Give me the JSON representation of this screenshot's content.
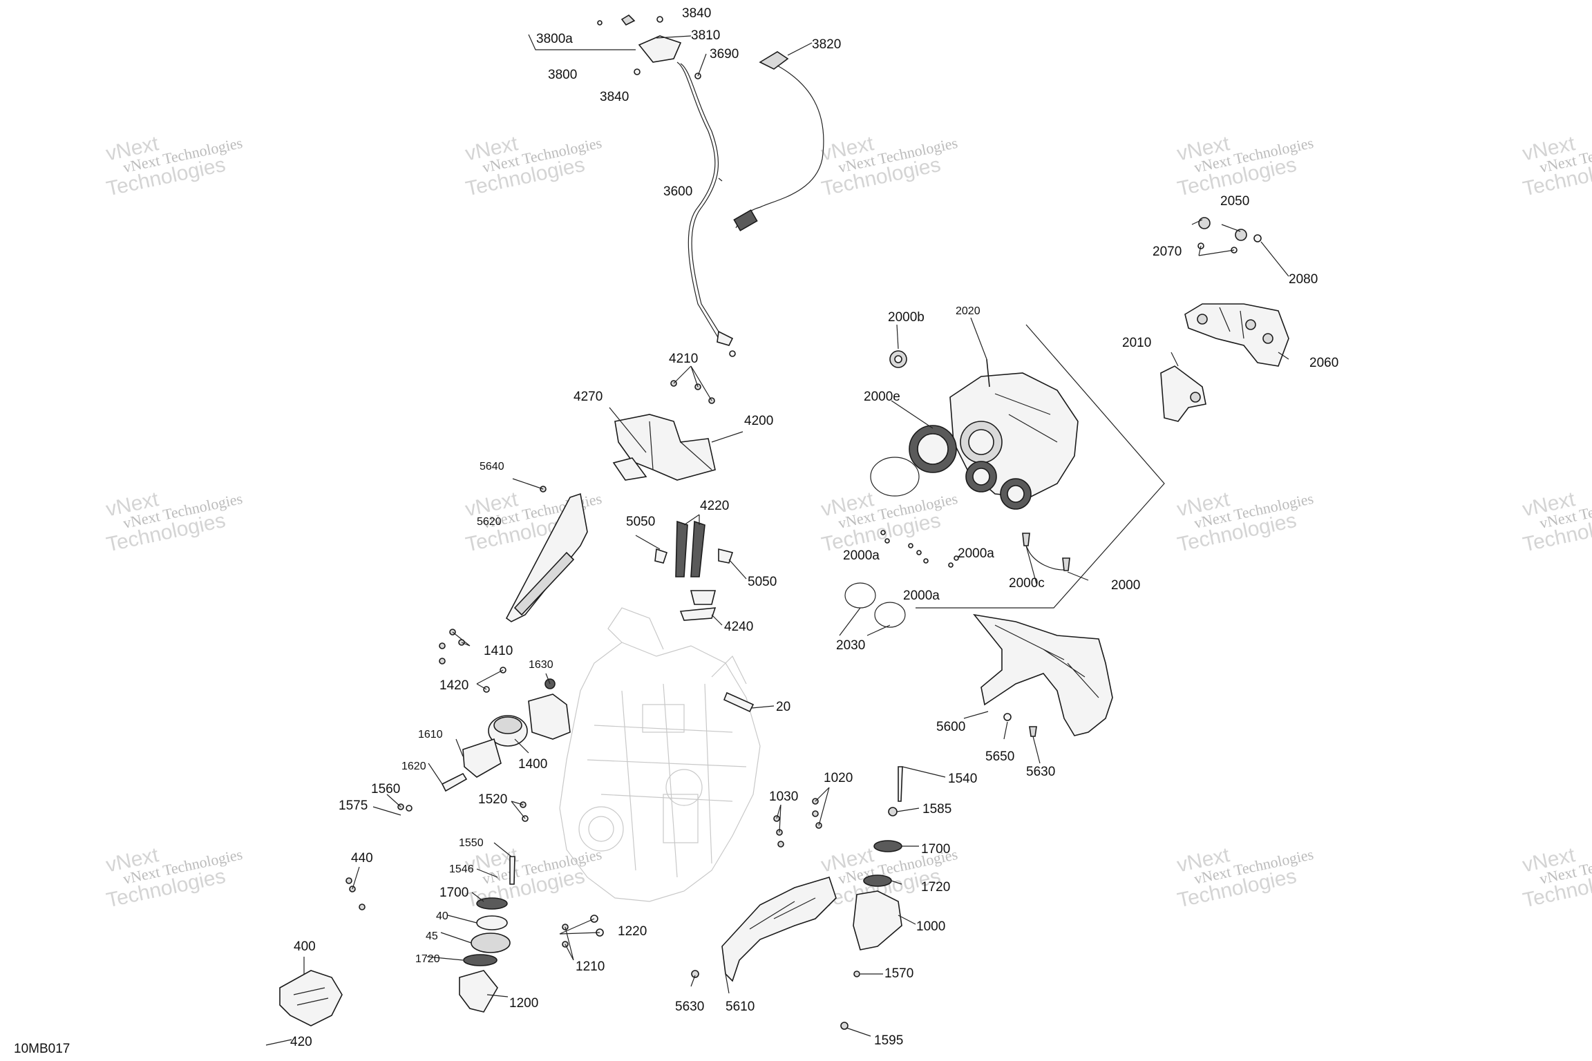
{
  "diagram_code": "10MB017",
  "watermark": {
    "line1": "vNext Technologies",
    "line2": "Technologies",
    "logo": "vNext"
  },
  "callouts": {
    "c3840a": "3840",
    "c3800a": "3800a",
    "c3810": "3810",
    "c3800": "3800",
    "c3690": "3690",
    "c3840b": "3840",
    "c3820": "3820",
    "c3600": "3600",
    "c2050": "2050",
    "c2070": "2070",
    "c2080": "2080",
    "c2010": "2010",
    "c2060": "2060",
    "c2000b": "2000b",
    "c2020": "2020",
    "c2000e": "2000e",
    "c4210": "4210",
    "c4270": "4270",
    "c4200": "4200",
    "c5640": "5640",
    "c5620": "5620",
    "c5050a": "5050",
    "c4220": "4220",
    "c5050b": "5050",
    "c4240": "4240",
    "c2000a1": "2000a",
    "c2000a2": "2000a",
    "c2000a3": "2000a",
    "c2000c": "2000c",
    "c2000": "2000",
    "c2030": "2030",
    "c1410": "1410",
    "c1420": "1420",
    "c1630": "1630",
    "c20": "20",
    "c1610": "1610",
    "c1400": "1400",
    "c1620": "1620",
    "c5600": "5600",
    "c5650": "5650",
    "c5630a": "5630",
    "c1560": "1560",
    "c1575": "1575",
    "c1520": "1520",
    "c1030": "1030",
    "c1020": "1020",
    "c1540": "1540",
    "c1585": "1585",
    "c440": "440",
    "c1550": "1550",
    "c1546": "1546",
    "c1700a": "1700",
    "c1700b": "1700",
    "c1720a": "1720",
    "c40": "40",
    "c45": "45",
    "c1720b": "1720",
    "c1220": "1220",
    "c1210": "1210",
    "c1000": "1000",
    "c400": "400",
    "c1200": "1200",
    "c5630b": "5630",
    "c5610": "5610",
    "c1570": "1570",
    "c420": "420",
    "c1595": "1595"
  }
}
